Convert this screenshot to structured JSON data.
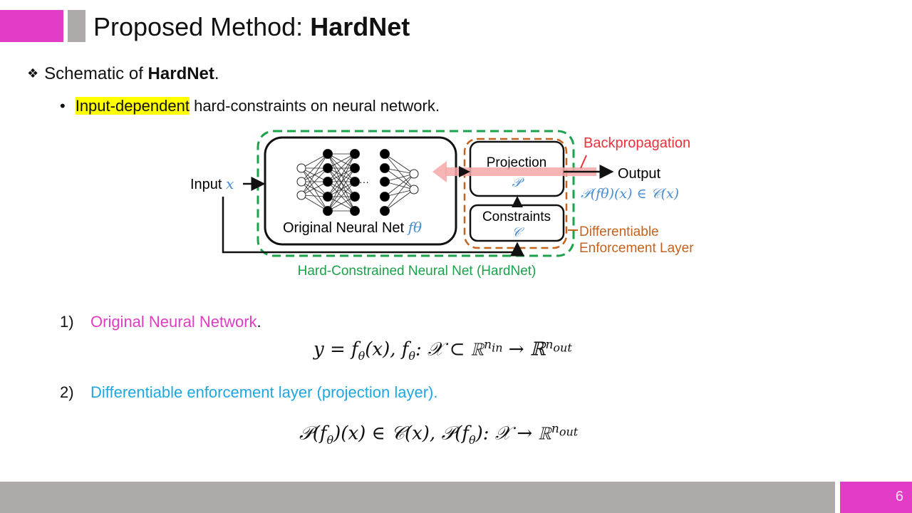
{
  "header": {
    "title_prefix": "Proposed Method: ",
    "title_bold": "HardNet"
  },
  "colors": {
    "accent": "#e03cc5",
    "gray": "#aeaaaa",
    "highlight": "#ffff00",
    "cyan": "#1ea7e0",
    "diagram_green": "#1aa34a",
    "diagram_orange": "#c5621e",
    "diagram_red": "#e8323c",
    "diagram_blue": "#4a8fd0"
  },
  "body": {
    "bullet1": {
      "icon": "diamond-bullet-icon",
      "text_prefix": "Schematic of ",
      "text_bold": "HardNet",
      "text_suffix": "."
    },
    "bullet2": {
      "highlight_text": "Input-dependent",
      "text": " hard-constraints on neural network."
    },
    "items": [
      {
        "number": "1)",
        "label": "Original Neural Network",
        "suffix": ".",
        "equation": "y = fθ(x), fθ: 𝒳 ⊂ ℝ^(n_in) → ℝ^(n_out)"
      },
      {
        "number": "2)",
        "label": "Differentiable enforcement layer (projection layer).",
        "suffix": "",
        "equation": "𝒫(fθ)(x) ∈ 𝒞(x), 𝒫(fθ): 𝒳 → ℝ^(n_out)"
      }
    ]
  },
  "diagram": {
    "input_label": "Input",
    "input_var": "x",
    "nn_label": "Original Neural Net",
    "nn_var": "fθ",
    "ellipsis": "···",
    "projection_label": "Projection",
    "projection_var": "𝒫",
    "constraints_label": "Constraints",
    "constraints_var": "𝒞",
    "output_label": "Output",
    "output_formula": "𝒫(fθ)(x) ∈ 𝒞(x)",
    "backprop_label": "Backpropagation",
    "enforcement_label_line1": "Differentiable",
    "enforcement_label_line2": "Enforcement Layer",
    "hardnet_label": "Hard-Constrained Neural Net (HardNet)"
  },
  "footer": {
    "page_number": "6"
  }
}
